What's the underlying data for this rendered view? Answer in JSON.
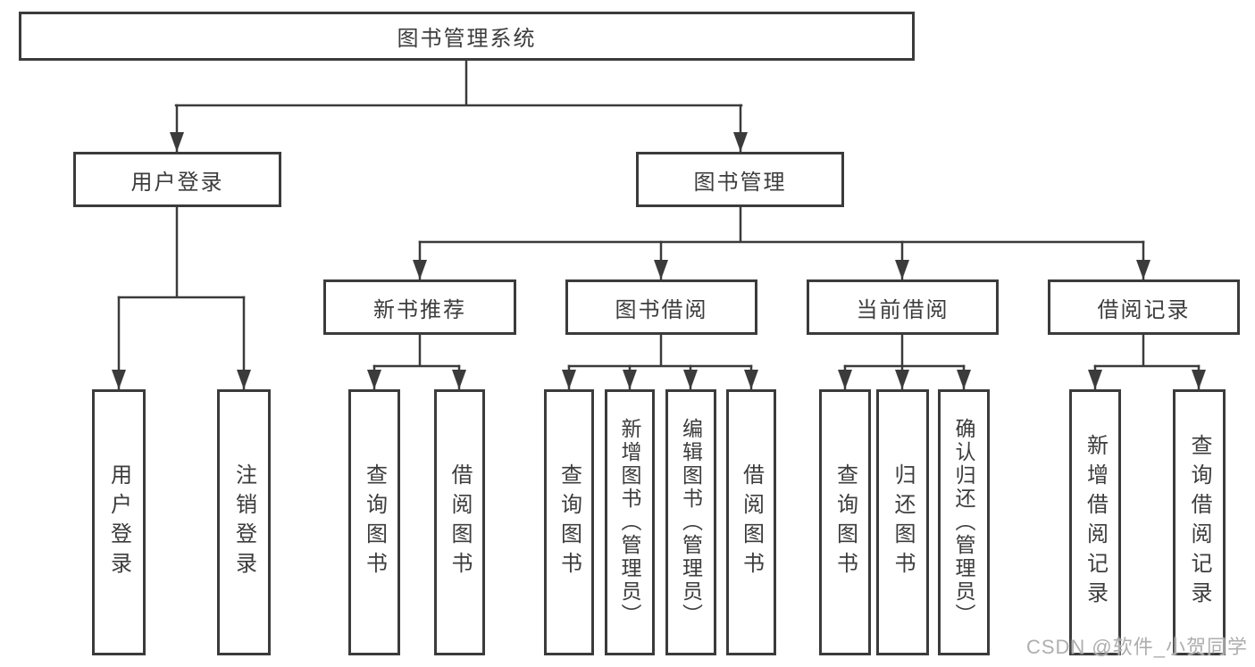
{
  "diagram": {
    "title": "图书管理系统",
    "root": {
      "label": "图书管理系统"
    },
    "level2": {
      "user_login": {
        "label": "用户登录"
      },
      "book_management": {
        "label": "图书管理"
      }
    },
    "level3": {
      "new_book_recommend": {
        "label": "新书推荐"
      },
      "book_borrow": {
        "label": "图书借阅"
      },
      "current_borrow": {
        "label": "当前借阅"
      },
      "borrow_records": {
        "label": "借阅记录"
      }
    },
    "leaves": {
      "user_login": [
        "用户登录",
        "注销登录"
      ],
      "new_book_recommend": [
        "查询图书",
        "借阅图书"
      ],
      "book_borrow": [
        "查询图书",
        "新增图书（管理员）",
        "编辑图书（管理员）",
        "借阅图书"
      ],
      "current_borrow": [
        "查询图书",
        "归还图书",
        "确认归还（管理员）"
      ],
      "borrow_records": [
        "新增借阅记录",
        "查询借阅记录"
      ]
    },
    "colors": {
      "line": "#3b3b3b",
      "box_border": "#3b3b3b",
      "text": "#3c3c3c",
      "background": "#ffffff",
      "watermark": "#aeaeae"
    }
  },
  "watermark": {
    "text": "CSDN @软件_小贺同学"
  }
}
